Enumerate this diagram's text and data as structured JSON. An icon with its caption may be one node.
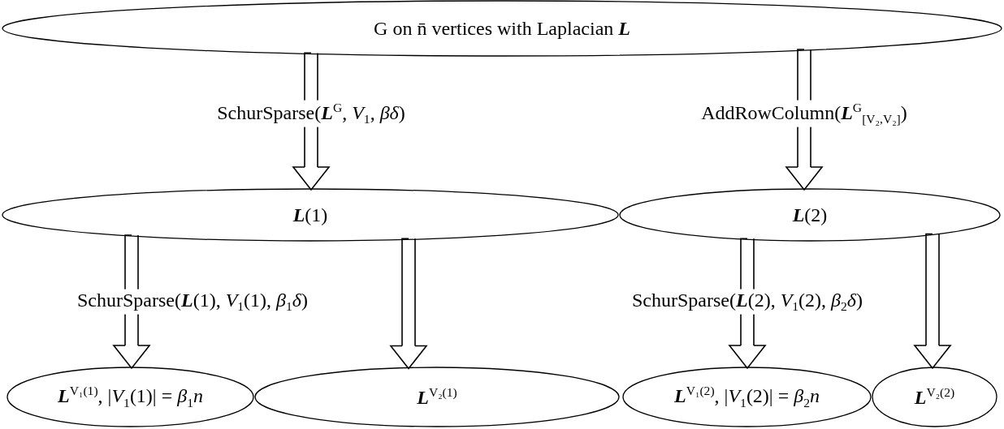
{
  "diagram": {
    "nodes": [
      {
        "text": [
          "G on n̄ vertices with Laplacian **L**"
        ]
      },
      {
        "text": [
          "**L**(1)"
        ]
      },
      {
        "text": [
          "**L**(2)"
        ]
      },
      {
        "text": [
          "**L**$^{V₁(1)}$, |*V*$_{1}$(1)| = *β*$_{1}$*n*"
        ]
      },
      {
        "text": [
          "**L**$^{V₂(1)}$"
        ]
      },
      {
        "text": [
          "**L**$^{V₁(2)}$, |*V*$_{1}$(2)| = *β*$_{2}$*n*"
        ]
      },
      {
        "text": [
          "**L**$^{V₂(2)}$"
        ]
      }
    ],
    "edges": [
      {
        "from": 0,
        "to": 1,
        "arrow": "to",
        "label": "SchurSparse(**L**$^{G}$, *V*$_{1}$, *βδ*)"
      },
      {
        "from": 0,
        "to": 2,
        "arrow": "to",
        "label": "AddRowColumn(**L**$^{G}$$_{[V₂,V₂]}$)"
      },
      {
        "from": 1,
        "to": 3,
        "arrow": "to",
        "label": "SchurSparse(**L**(1), *V*$_{1}$(1), *β*$_{1}$*δ*)"
      },
      {
        "from": 1,
        "to": 4,
        "arrow": "to"
      },
      {
        "from": 2,
        "to": 5,
        "arrow": "to",
        "label": "SchurSparse(**L**(2), *V*$_{1}$(2), *β*$_{2}$*δ*)"
      },
      {
        "from": 2,
        "to": 6,
        "arrow": "to"
      }
    ]
  }
}
